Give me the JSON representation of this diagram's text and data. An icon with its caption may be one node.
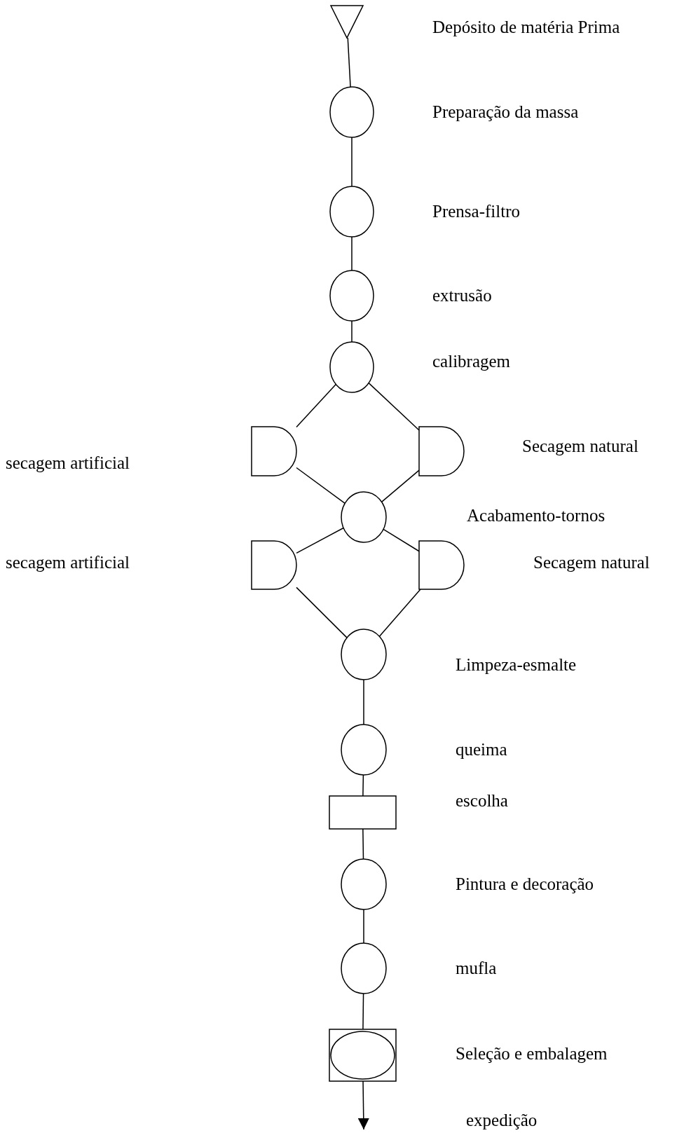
{
  "diagram": {
    "nodes": [
      {
        "text": [],
        "shape": "triangle",
        "beside": [
          "Depósito de matéria Prima"
        ]
      },
      {
        "text": [],
        "shape": "circle",
        "beside": [
          "Preparação da massa"
        ]
      },
      {
        "text": [],
        "shape": "circle",
        "beside": [
          "Prensa-filtro"
        ]
      },
      {
        "text": [],
        "shape": "circle",
        "beside": [
          "extrusão"
        ]
      },
      {
        "text": [],
        "shape": "circle",
        "beside": [
          "calibragem"
        ]
      },
      {
        "text": [],
        "shape": "delay"
      },
      {
        "text": [],
        "shape": "delay",
        "beside": [
          "Secagem natural"
        ]
      },
      {
        "text": [],
        "shape": "circle"
      },
      {
        "text": [],
        "shape": "delay"
      },
      {
        "text": [],
        "shape": "delay"
      },
      {
        "text": [],
        "shape": "circle",
        "beside": [
          "Limpeza-esmalte"
        ]
      },
      {
        "text": [],
        "shape": "circle",
        "beside": [
          "queima"
        ]
      },
      {
        "text": [],
        "shape": "box",
        "beside": [
          "escolha"
        ]
      },
      {
        "text": [],
        "shape": "circle",
        "beside": [
          "Pintura e decoração"
        ]
      },
      {
        "text": [],
        "shape": "circle",
        "beside": [
          "mufla"
        ]
      },
      {
        "text": [],
        "shape": "combined",
        "beside": [
          "Seleção e embalagem"
        ]
      }
    ],
    "edges": [
      {
        "from": 0,
        "to": 1,
        "arrow": "none"
      },
      {
        "from": 1,
        "to": 2,
        "arrow": "none"
      },
      {
        "from": 2,
        "to": 3,
        "arrow": "none"
      },
      {
        "from": 3,
        "to": 4,
        "arrow": "none"
      },
      {
        "from": 4,
        "to": 5,
        "arrow": "none"
      },
      {
        "from": 4,
        "to": 6,
        "arrow": "none"
      },
      {
        "from": 5,
        "to": 7,
        "arrow": "none"
      },
      {
        "from": 6,
        "to": 7,
        "arrow": "none"
      },
      {
        "from": 7,
        "to": 8,
        "arrow": "none"
      },
      {
        "from": 7,
        "to": 9,
        "arrow": "none"
      },
      {
        "from": 8,
        "to": 10,
        "arrow": "none"
      },
      {
        "from": 9,
        "to": 10,
        "arrow": "none"
      },
      {
        "from": 10,
        "to": 11,
        "arrow": "none"
      },
      {
        "from": 11,
        "to": 12,
        "arrow": "none"
      },
      {
        "from": 12,
        "to": 13,
        "arrow": "none"
      },
      {
        "from": 13,
        "to": 14,
        "arrow": "none"
      },
      {
        "from": 14,
        "to": 15,
        "arrow": "none"
      },
      {
        "from": 15,
        "to": null,
        "arrow": "to"
      }
    ],
    "labels": [
      "secagem artificial",
      "Acabamento-tornos",
      "secagem artificial",
      "Secagem natural",
      "expedição"
    ]
  }
}
